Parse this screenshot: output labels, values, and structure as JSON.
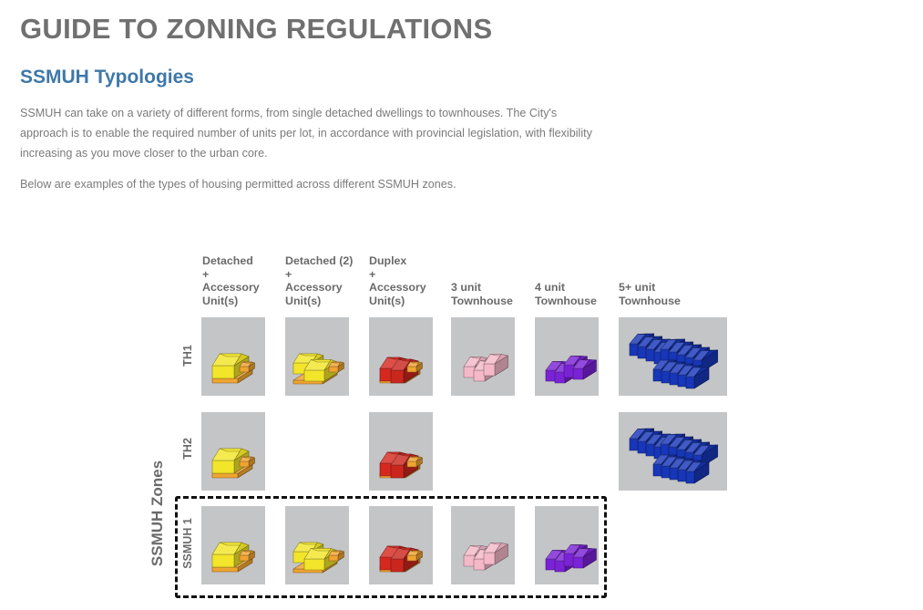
{
  "header": {
    "title": "GUIDE TO ZONING REGULATIONS",
    "subtitle": "SSMUH Typologies",
    "paragraph1": "SSMUH can take on a variety of different forms, from single detached dwellings to townhouses. The City's approach is to enable the required number of units per lot, in accordance with provincial legislation, with flexibility increasing as you move closer to the urban core.",
    "paragraph2": "Below are examples of the types of housing permitted across different SSMUH zones."
  },
  "matrix": {
    "axis_label": "SSMUH Zones",
    "columns": [
      {
        "id": "detached",
        "line1": "Detached",
        "line2": "+",
        "line3": "Accessory",
        "line4": "Unit(s)"
      },
      {
        "id": "detached2",
        "line1": "Detached (2)",
        "line2": "+",
        "line3": "Accessory",
        "line4": "Unit(s)"
      },
      {
        "id": "duplex",
        "line1": "Duplex",
        "line2": "+",
        "line3": "Accessory",
        "line4": "Unit(s)"
      },
      {
        "id": "th3",
        "line1": "3 unit",
        "line2": "Townhouse"
      },
      {
        "id": "th4",
        "line1": "4 unit",
        "line2": "Townhouse"
      },
      {
        "id": "th5",
        "line1": "5+ unit",
        "line2": "Townhouse"
      }
    ],
    "rows": [
      {
        "label": "TH1",
        "permitted": [
          true,
          true,
          true,
          true,
          true,
          true
        ]
      },
      {
        "label": "TH2",
        "permitted": [
          true,
          false,
          true,
          false,
          false,
          true
        ]
      },
      {
        "label": "SSMUH 1",
        "permitted": [
          true,
          true,
          true,
          true,
          true,
          false
        ],
        "highlighted": true
      }
    ]
  },
  "colors": {
    "detached": "#f2e52a",
    "detached2": "#f2e52a",
    "duplex": "#d6281e",
    "th3": "#f4b8c8",
    "th4": "#7a22d6",
    "th5": "#1736b8",
    "accessory": "#f0a431",
    "tile_bg": "#c4c5c7",
    "heading_blue": "#3e78a8"
  }
}
